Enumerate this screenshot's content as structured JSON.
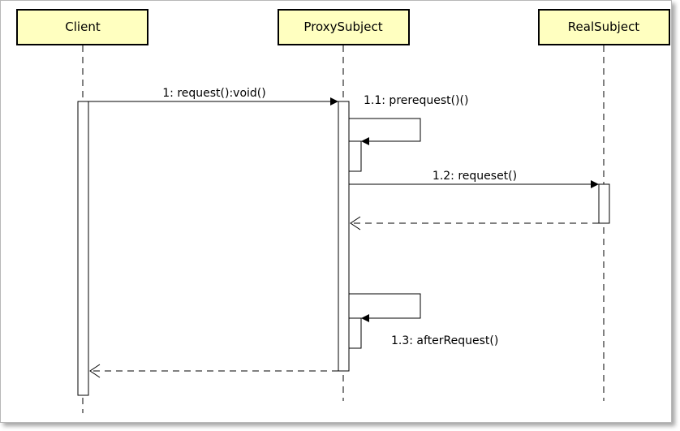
{
  "diagram": {
    "lifelines": [
      {
        "id": "client",
        "name": "Client"
      },
      {
        "id": "proxy",
        "name": "ProxySubject"
      },
      {
        "id": "real",
        "name": "RealSubject"
      }
    ],
    "messages": [
      {
        "id": "m1",
        "label": "1: request():void()"
      },
      {
        "id": "m1_1",
        "label": "1.1: prerequest()()"
      },
      {
        "id": "m1_2",
        "label": "1.2: requeset()"
      },
      {
        "id": "m1_3",
        "label": "1.3: afterRequest()"
      }
    ],
    "colors": {
      "header_fill": "#ffffc0",
      "header_border": "#000000",
      "line": "#000000",
      "activation_fill": "#ffffff"
    }
  }
}
